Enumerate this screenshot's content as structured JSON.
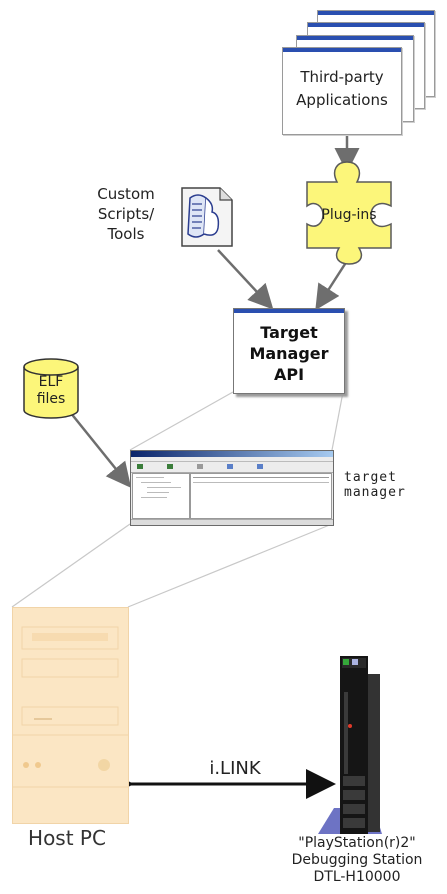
{
  "labels": {
    "third_party": "Third-party\nApplications",
    "custom_scripts": "Custom\nScripts/\nTools",
    "plugins": "Plug-ins",
    "api": "Target\nManager\nAPI",
    "elf": "ELF\nfiles",
    "target_manager": "target\nmanager",
    "ilink": "i.LINK",
    "host_pc": "Host PC",
    "ps2": "\"PlayStation(r)2\"\nDebugging Station\nDTL-H10000"
  },
  "colors": {
    "plugin_yellow": "#fcf67a",
    "elf_yellow": "#fcf67a",
    "pc_beige": "#fbe6c4",
    "ps2_black": "#151515",
    "window_blue": "#2a4fb0",
    "arrow_gray": "#6e6e6e"
  },
  "icons": {
    "scroll": "scroll-document-icon",
    "puzzle": "puzzle-piece-icon",
    "cylinder": "database-cylinder-icon",
    "pc": "desktop-tower-icon",
    "console": "ps2-console-icon"
  }
}
